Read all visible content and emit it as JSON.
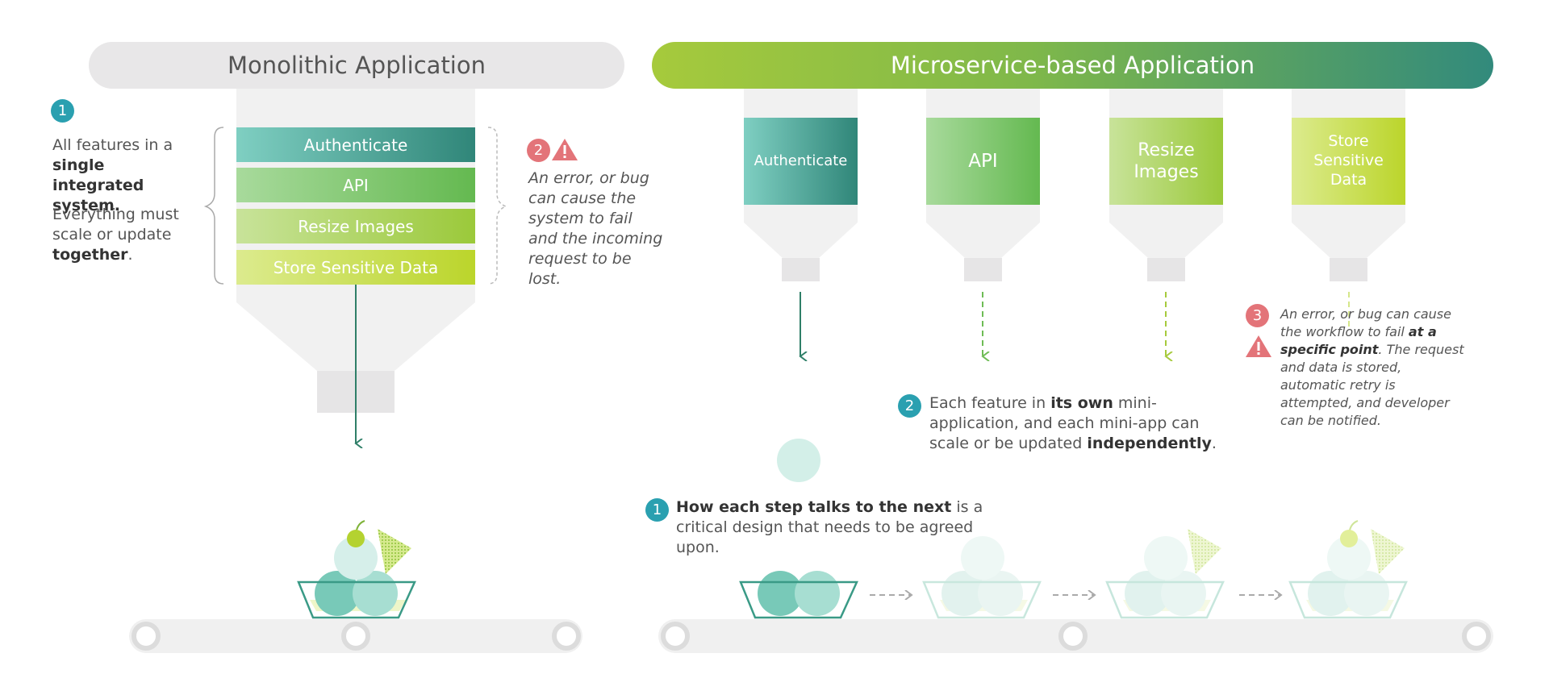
{
  "monolith": {
    "title": "Monolithic Application",
    "modules": [
      "Authenticate",
      "API",
      "Resize Images",
      "Store Sensitive Data"
    ],
    "note1_badge": "1",
    "note1_a": "All features in a ",
    "note1_b": "single integrated system.",
    "note1_c": "Everything must scale or update ",
    "note1_d": "together",
    "note1_e": ".",
    "note2_badge": "2",
    "note2_text": "An error, or bug can cause the system to fail and the incoming request to be lost."
  },
  "micro": {
    "title": "Microservice-based Application",
    "services": [
      "Authenticate",
      "API",
      "Resize Images",
      "Store Sensitive Data"
    ],
    "note1_badge": "1",
    "note1_bold": "How each step talks to the next",
    "note1_rest": " is a critical design that needs to be agreed upon.",
    "note2_badge": "2",
    "note2_a": "Each feature in ",
    "note2_bold": "its own",
    "note2_b": " mini-application, and each mini-app can scale or be updated ",
    "note2_bold2": "independently",
    "note2_c": ".",
    "note3_badge": "3",
    "note3_a": "An error, or bug can cause the workflow to fail ",
    "note3_bold": "at a specific point",
    "note3_b": ". The request and data is stored, automatic retry is attempted, and developer can be notified."
  },
  "colors": {
    "teal_dark": "#328a7c",
    "teal_light": "#78cbbd",
    "green": "#6ebc55",
    "lime": "#a6ca3c",
    "yellow_green": "#c8d833",
    "grey_pill": "#e8e7e8",
    "badge_teal": "#2aa0b0",
    "badge_red": "#e37479"
  }
}
